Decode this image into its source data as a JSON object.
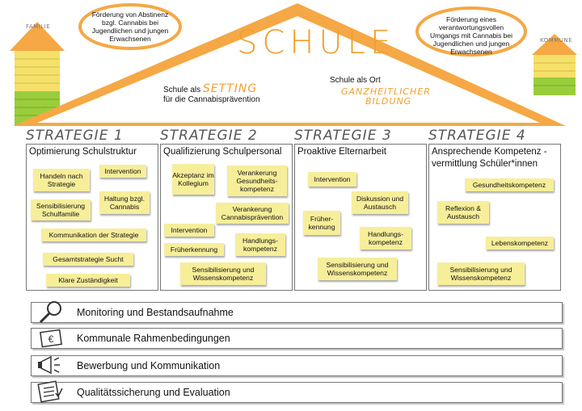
{
  "roof": {
    "title": "SCHULE",
    "left_text_1": "Schule als",
    "left_word": "SETTING",
    "left_text_2": "für die Cannabisprävention",
    "right_text": "Schule als Ort",
    "right_word_1": "GANZHEITLICHER",
    "right_word_2": "BILDUNG"
  },
  "clouds": {
    "left": "Förderung von Abstinenz bzgl. Cannabis bei Jugendlichen und jungen Erwachsenen",
    "right": "Förderung eines verantwortungsvollen Umgangs mit Cannabis bei Jugendlichen und jungen Erwachsenen"
  },
  "houses": {
    "left_label": "FAMILIE",
    "right_label": "KOMMUNE"
  },
  "strategies": [
    {
      "label": "STRATEGIE 1",
      "title": "Optimierung Schulstruktur",
      "notes": [
        "Handeln nach Strategie",
        "Intervention",
        "Sensibilisierung Schulfamilie",
        "Haltung bzgl. Cannabis",
        "Kommunikation der Strategie",
        "Gesamtstrategie Sucht",
        "Klare Zuständigkeit"
      ]
    },
    {
      "label": "STRATEGIE 2",
      "title": "Qualifizierung Schulpersonal",
      "notes": [
        "Akzeptanz im Kollegium",
        "Verankerung Gesundheits-kompetenz",
        "Verankerung Cannabisprävention",
        "Intervention",
        "Früherkennung",
        "Handlungs-kompetenz",
        "Sensibilisierung und Wissenskompetenz"
      ]
    },
    {
      "label": "STRATEGIE 3",
      "title": "Proaktive Elternarbeit",
      "notes": [
        "Intervention",
        "Diskussion und Austausch",
        "Früher-kennung",
        "Handlungs-kompetenz",
        "Sensibilisierung und Wissenskompetenz"
      ]
    },
    {
      "label": "STRATEGIE 4",
      "title_1": "Ansprechende Kompetenz -",
      "title_2": "vermittlung Schüler*innen",
      "notes": [
        "Gesundheitskompetenz",
        "Reflexion & Austausch",
        "Lebenskompetenz",
        "Sensibilisierung und Wissenskompetenz"
      ]
    }
  ],
  "bars": [
    {
      "label": "Monitoring und Bestandsaufnahme",
      "icon": "magnifier-icon"
    },
    {
      "label": "Kommunale Rahmenbedingungen",
      "icon": "money-icon"
    },
    {
      "label": "Bewerbung und Kommunikation",
      "icon": "megaphone-icon"
    },
    {
      "label": "Qualitätssicherung und Evaluation",
      "icon": "checklist-icon"
    }
  ],
  "colors": {
    "roof": "#f5a845",
    "accent": "#f0a030",
    "sticky": "#f7ee9a",
    "house_green": "#9acd3c",
    "house_yellow": "#f5e06a",
    "house_roof": "#f5a845"
  }
}
